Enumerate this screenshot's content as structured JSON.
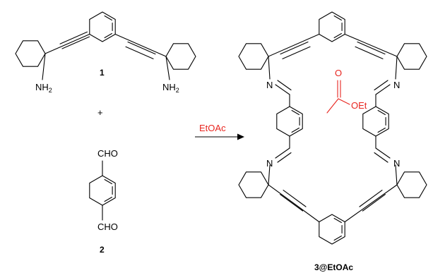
{
  "atoms": {
    "amine_group": "NH",
    "amine_subscript": "2",
    "aldehyde_group": "CHO",
    "imine_nitrogen": "N",
    "carbonyl_oxygen": "O",
    "ethoxy_group": "OEt"
  },
  "compounds": {
    "diamine_label": "1",
    "dialdehyde_label": "2",
    "product_label": "3@EtOAc"
  },
  "reaction": {
    "plus_sign": "+",
    "solvent_label": "EtOAc"
  },
  "colors": {
    "structure": "#000000",
    "guest_and_solvent": "#e8251f"
  }
}
